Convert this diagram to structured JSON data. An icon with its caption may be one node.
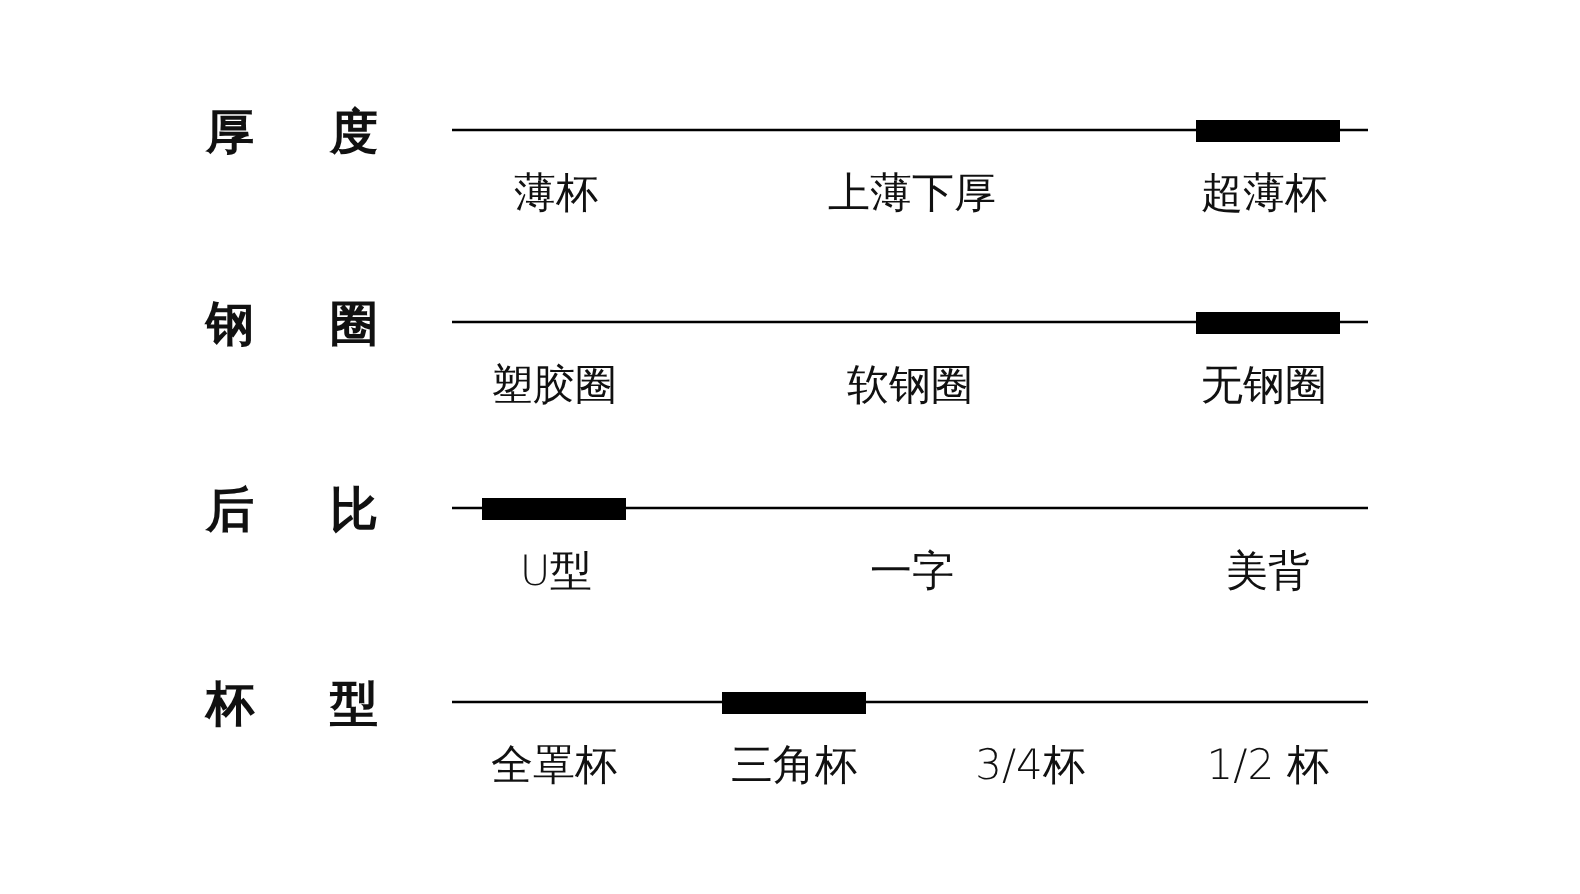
{
  "diagram": {
    "nodes": [
      {
        "text": [],
        "shape": "bar"
      },
      {
        "text": [],
        "shape": "bar"
      },
      {
        "text": [],
        "shape": "bar"
      },
      {
        "text": [],
        "shape": "bar"
      }
    ],
    "labels": [
      "厚度",
      "薄杯",
      "上薄下厚",
      "超薄杯",
      "钢圈",
      "塑胶圈",
      "软钢圈",
      "无钢圈",
      "后比",
      "U型",
      "一字",
      "美背",
      "杯型",
      "全罩杯",
      "三角杯",
      "3/4杯",
      "1/2 杯"
    ]
  }
}
